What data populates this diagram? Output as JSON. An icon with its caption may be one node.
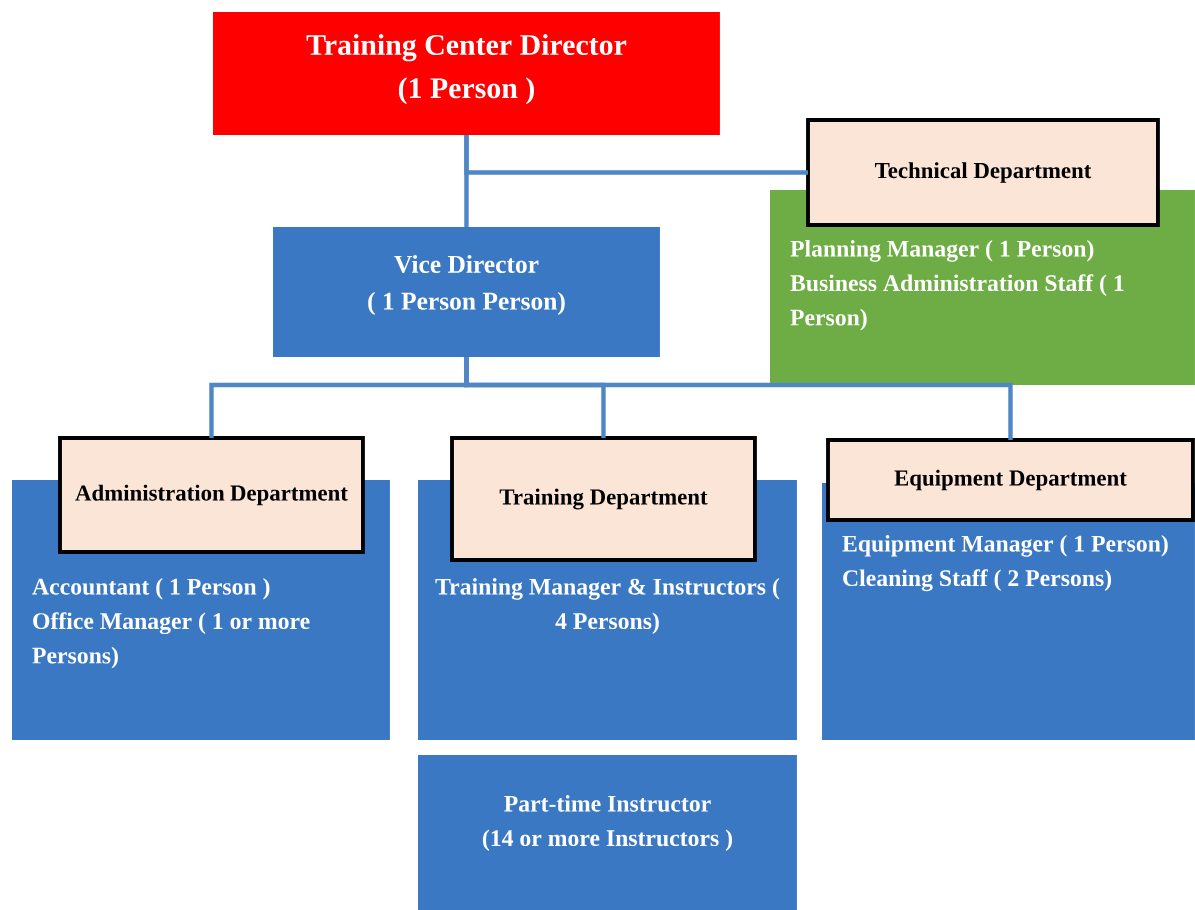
{
  "diagram": {
    "nodes": [
      {
        "text": [
          "Training Center Director",
          "(1 Person )"
        ]
      },
      {
        "text": [
          "Technical Department"
        ]
      },
      {
        "text": [
          "Planning Manager ( 1 Person)",
          "Business Administration Staff ( 1 Person)"
        ]
      },
      {
        "text": [
          "Vice Director",
          "( 1 Person Person)"
        ]
      },
      {
        "text": [
          "Administration Department"
        ]
      },
      {
        "text": [
          "Accountant ( 1 Person )",
          "Office Manager ( 1 or more Persons)"
        ]
      },
      {
        "text": [
          "Training Department"
        ]
      },
      {
        "text": [
          "Training Manager & Instructors ( 4 Persons)"
        ]
      },
      {
        "text": [
          "Equipment Department"
        ]
      },
      {
        "text": [
          "Equipment Manager ( 1 Person)",
          "Cleaning Staff ( 2 Persons)"
        ]
      },
      {
        "text": [
          "Part-time Instructor",
          "(14 or more Instructors )"
        ]
      }
    ],
    "edges": [
      {
        "from": 0,
        "to": 3,
        "arrow": "none"
      },
      {
        "from": 0,
        "to": 1,
        "arrow": "none"
      },
      {
        "from": 3,
        "to": 4,
        "arrow": "none"
      },
      {
        "from": 3,
        "to": 6,
        "arrow": "none"
      },
      {
        "from": 3,
        "to": 8,
        "arrow": "none"
      }
    ]
  }
}
